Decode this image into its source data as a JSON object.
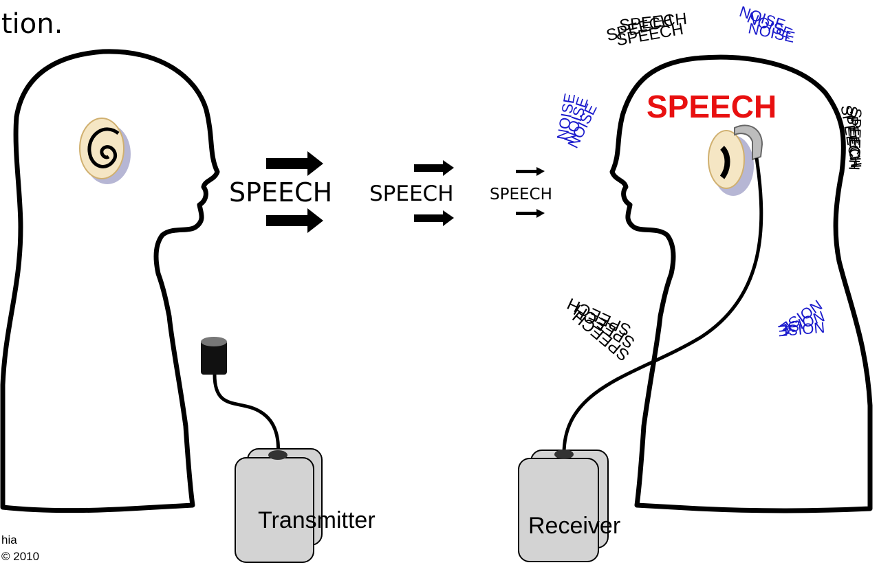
{
  "title_fragment": "tion.",
  "credit": {
    "line1": "hia",
    "line2": "© 2010"
  },
  "speech_sequence": [
    "SPEECH",
    "SPEECH",
    "SPEECH"
  ],
  "speech_highlight": {
    "text": "SPEECH",
    "color": "#e81010"
  },
  "noise_words": [
    "NOISE",
    "NOISE",
    "NOISE",
    "NOISE",
    "NOISE",
    "NOISE",
    "NOISE",
    "NOISE",
    "NOISE"
  ],
  "jumbled_speech": [
    "SPEECH",
    "SPEECH",
    "SPEECH",
    "SPEECH",
    "SPEECH",
    "SPEECH",
    "SPEECH",
    "SPEECH",
    "SPEECH"
  ],
  "devices": {
    "transmitter": "Transmitter",
    "receiver": "Receiver"
  },
  "colors": {
    "noise": "#1a1acc",
    "device_fill": "#d3d3d3",
    "skin": "#f5e6c4"
  }
}
